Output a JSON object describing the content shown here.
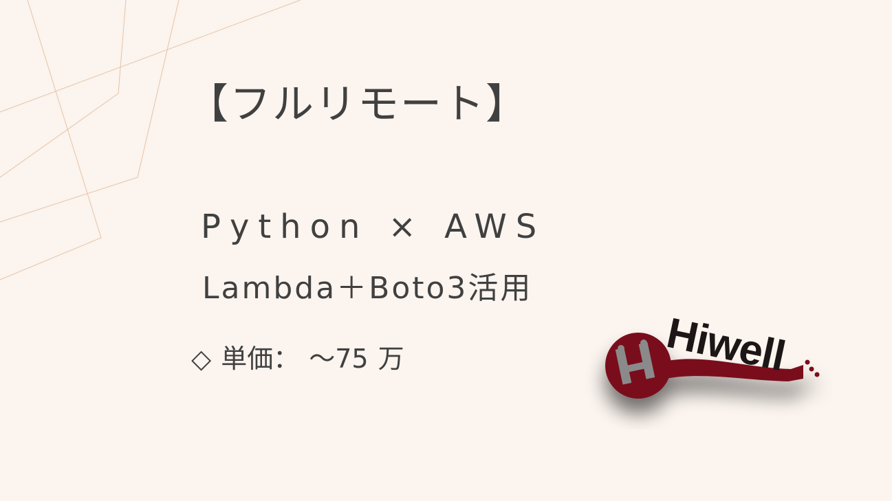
{
  "slide": {
    "title": "【フルリモート】",
    "headline": "Python × AWS",
    "subheadline": "Lambda＋Boto3活用",
    "price": {
      "bullet": "◇",
      "label": "単価：",
      "value": "～75",
      "unit": "万"
    }
  },
  "logo": {
    "name": "Hiwell",
    "icon": "hiwell-logo-icon",
    "colors": {
      "primary": "#7a0e1c",
      "text": "#1d1617",
      "mark": "#8a8a8a"
    }
  },
  "colors": {
    "background": "#fbf4ef",
    "deco_lines": "#e8c3a3",
    "text": "#404040"
  }
}
